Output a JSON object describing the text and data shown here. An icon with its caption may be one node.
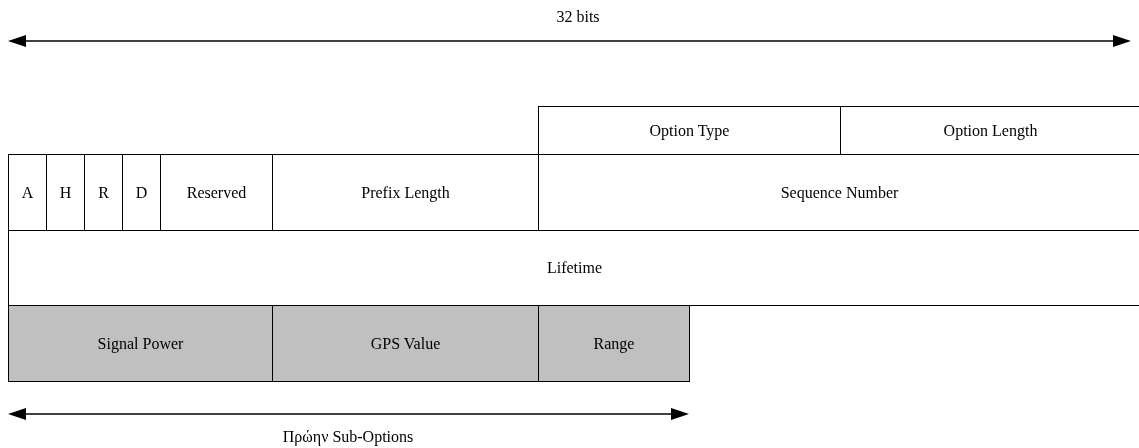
{
  "diagram": {
    "nodes": [
      {
        "text": [
          "Option Type"
        ]
      },
      {
        "text": [
          "Option Length"
        ]
      },
      {
        "text": [
          "A"
        ]
      },
      {
        "text": [
          "H"
        ]
      },
      {
        "text": [
          "R"
        ]
      },
      {
        "text": [
          "D"
        ]
      },
      {
        "text": [
          "Reserved"
        ]
      },
      {
        "text": [
          "Prefix Length"
        ]
      },
      {
        "text": [
          "Sequence Number"
        ]
      },
      {
        "text": [
          "Lifetime"
        ]
      },
      {
        "text": [
          "Signal Power"
        ]
      },
      {
        "text": [
          "GPS Value"
        ]
      },
      {
        "text": [
          "Range"
        ]
      }
    ],
    "edges": [],
    "labels": [
      "32 bits",
      "Πρώην Sub-Options"
    ]
  }
}
